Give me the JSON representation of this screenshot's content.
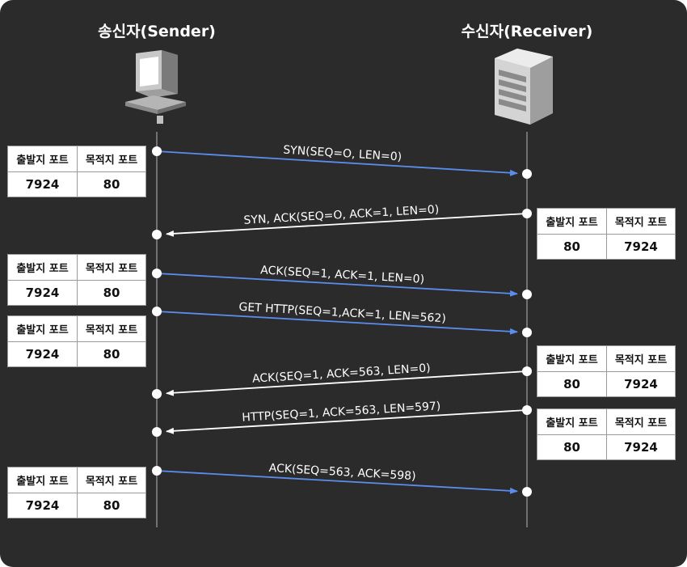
{
  "hosts": {
    "sender": {
      "title": "송신자(Sender)",
      "icon": "desktop-computer-icon"
    },
    "receiver": {
      "title": "수신자(Receiver)",
      "icon": "server-tower-icon"
    }
  },
  "colors": {
    "background": "#2b2b2b",
    "send_arrow": "#5b8def",
    "reply_arrow": "#ffffff"
  },
  "messages": [
    {
      "label": "SYN(SEQ=O, LEN=0)",
      "direction": "sender-to-receiver"
    },
    {
      "label": "SYN, ACK(SEQ=O, ACK=1, LEN=0)",
      "direction": "receiver-to-sender"
    },
    {
      "label": "ACK(SEQ=1, ACK=1, LEN=0)",
      "direction": "sender-to-receiver"
    },
    {
      "label": "GET HTTP(SEQ=1,ACK=1, LEN=562)",
      "direction": "sender-to-receiver"
    },
    {
      "label": "ACK(SEQ=1, ACK=563, LEN=0)",
      "direction": "receiver-to-sender"
    },
    {
      "label": "HTTP(SEQ=1, ACK=563, LEN=597)",
      "direction": "receiver-to-sender"
    },
    {
      "label": "ACK(SEQ=563, ACK=598)",
      "direction": "sender-to-receiver"
    }
  ],
  "port_boxes": [
    {
      "side": "sender",
      "src_header": "출발지 포트",
      "dst_header": "목적지 포트",
      "src": "7924",
      "dst": "80"
    },
    {
      "side": "receiver",
      "src_header": "출발지 포트",
      "dst_header": "목적지 포트",
      "src": "80",
      "dst": "7924"
    },
    {
      "side": "sender",
      "src_header": "출발지 포트",
      "dst_header": "목적지 포트",
      "src": "7924",
      "dst": "80"
    },
    {
      "side": "sender",
      "src_header": "출발지 포트",
      "dst_header": "목적지 포트",
      "src": "7924",
      "dst": "80"
    },
    {
      "side": "receiver",
      "src_header": "출발지 포트",
      "dst_header": "목적지 포트",
      "src": "80",
      "dst": "7924"
    },
    {
      "side": "receiver",
      "src_header": "출발지 포트",
      "dst_header": "목적지 포트",
      "src": "80",
      "dst": "7924"
    },
    {
      "side": "sender",
      "src_header": "출발지 포트",
      "dst_header": "목적지 포트",
      "src": "7924",
      "dst": "80"
    }
  ]
}
